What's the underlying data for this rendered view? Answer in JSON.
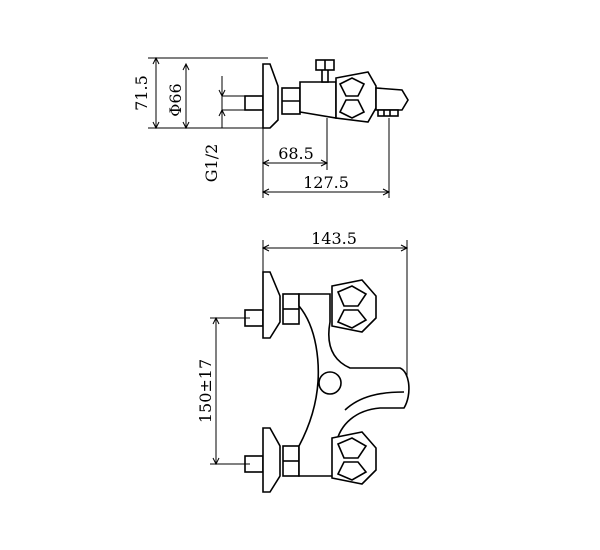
{
  "dimensions": {
    "height_body": "71.5",
    "diameter_flange": "Φ66",
    "thread": "G1/2",
    "depth_spindle": "68.5",
    "depth_total": "127.5",
    "width_total": "143.5",
    "center_distance": "150±17"
  }
}
